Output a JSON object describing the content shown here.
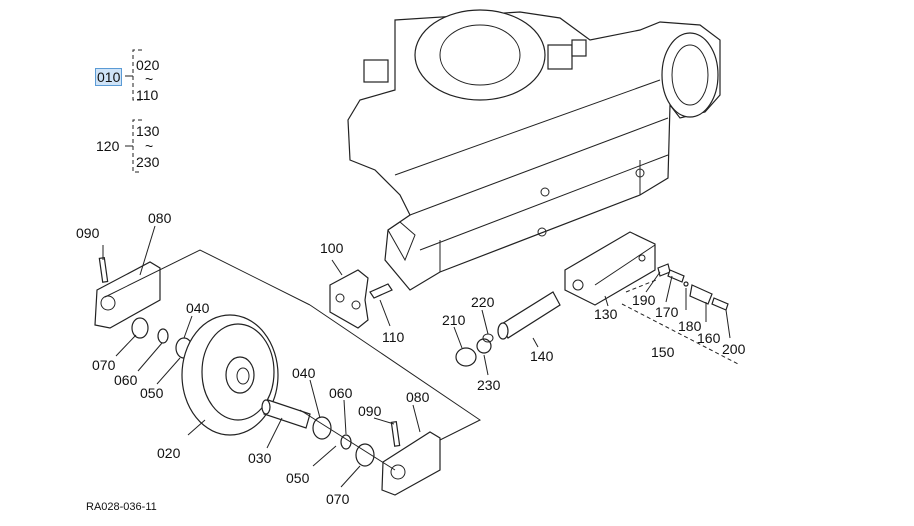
{
  "labels": {
    "l010": "010",
    "l020a": "020",
    "l110a": "110",
    "l120": "120",
    "l130a": "130",
    "l230a": "230",
    "l090a": "090",
    "l080a": "080",
    "l100": "100",
    "l110b": "110",
    "l040a": "040",
    "l070a": "070",
    "l060a": "060",
    "l050a": "050",
    "l020b": "020",
    "l030": "030",
    "l040b": "040",
    "l060b": "060",
    "l090b": "090",
    "l080b": "080",
    "l050b": "050",
    "l070b": "070",
    "l220": "220",
    "l210": "210",
    "l230b": "230",
    "l140": "140",
    "l130b": "130",
    "l190": "190",
    "l170": "170",
    "l180": "180",
    "l160": "160",
    "l200": "200",
    "l150": "150"
  },
  "footer": {
    "code": "RA028-036-11"
  },
  "colors": {
    "line": "#222222",
    "highlight": "#cfe3f7"
  }
}
